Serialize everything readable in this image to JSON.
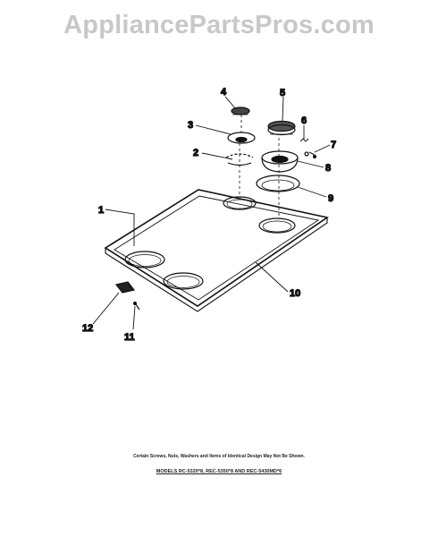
{
  "watermark": "AppliancePartsPros.com",
  "callouts": {
    "c1": "1",
    "c2": "2",
    "c3": "3",
    "c4": "4",
    "c5": "5",
    "c6": "6",
    "c7": "7",
    "c8": "8",
    "c9": "9",
    "c10": "10",
    "c11": "11",
    "c12": "12"
  },
  "footer": {
    "note": "Certain Screws, Nuts, Washers and Items of Identical Design May Not Be Shown.",
    "models": "MODELS RC-5320*8, REC-5350*8 AND REC-5430MD*6"
  }
}
